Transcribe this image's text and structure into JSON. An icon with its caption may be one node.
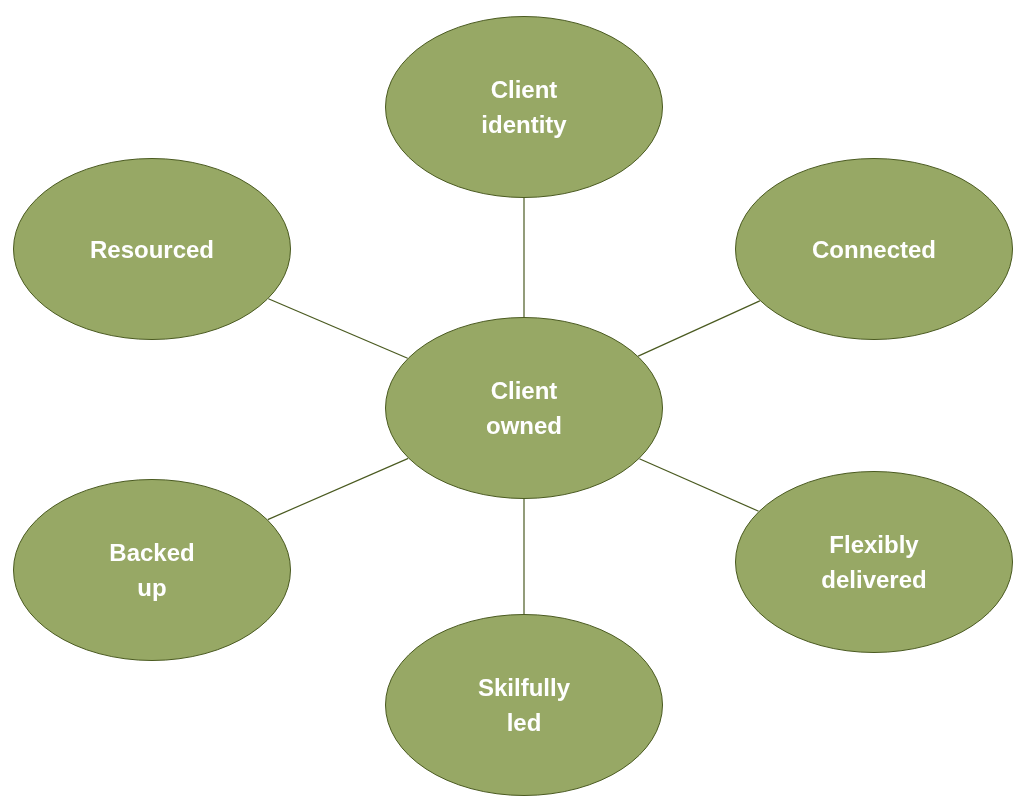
{
  "diagram": {
    "nodes": [
      {
        "text": [
          "Client identity"
        ]
      },
      {
        "text": [
          "Resourced"
        ]
      },
      {
        "text": [
          "Connected"
        ]
      },
      {
        "text": [
          "Client owned"
        ]
      },
      {
        "text": [
          "Backed up"
        ]
      },
      {
        "text": [
          "Flexibly delivered"
        ]
      },
      {
        "text": [
          "Skilfully led"
        ]
      }
    ],
    "edges": [
      {
        "from": 3,
        "to": 0,
        "arrow": "none"
      },
      {
        "from": 3,
        "to": 1,
        "arrow": "none"
      },
      {
        "from": 3,
        "to": 2,
        "arrow": "none"
      },
      {
        "from": 3,
        "to": 4,
        "arrow": "none"
      },
      {
        "from": 3,
        "to": 5,
        "arrow": "none"
      },
      {
        "from": 3,
        "to": 6,
        "arrow": "none"
      }
    ]
  }
}
